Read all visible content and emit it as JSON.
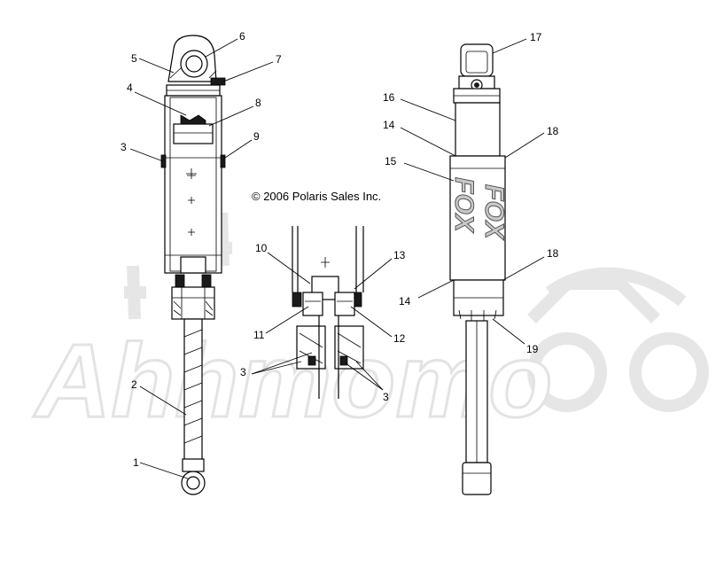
{
  "copyright": "© 2006 Polaris Sales Inc.",
  "watermark_text": "Ahhmomo",
  "brand_logo_text": "FOX",
  "callouts": [
    {
      "id": "c1",
      "text": "1"
    },
    {
      "id": "c2",
      "text": "2"
    },
    {
      "id": "c3a",
      "text": "3"
    },
    {
      "id": "c4",
      "text": "4"
    },
    {
      "id": "c5",
      "text": "5"
    },
    {
      "id": "c6",
      "text": "6"
    },
    {
      "id": "c7",
      "text": "7"
    },
    {
      "id": "c8",
      "text": "8"
    },
    {
      "id": "c9",
      "text": "9"
    },
    {
      "id": "c10",
      "text": "10"
    },
    {
      "id": "c11",
      "text": "11"
    },
    {
      "id": "c12",
      "text": "12"
    },
    {
      "id": "c13",
      "text": "13"
    },
    {
      "id": "c3b",
      "text": "3"
    },
    {
      "id": "c3c",
      "text": "3"
    },
    {
      "id": "c14a",
      "text": "14"
    },
    {
      "id": "c14b",
      "text": "14"
    },
    {
      "id": "c15",
      "text": "15"
    },
    {
      "id": "c16",
      "text": "16"
    },
    {
      "id": "c17",
      "text": "17"
    },
    {
      "id": "c18a",
      "text": "18"
    },
    {
      "id": "c18b",
      "text": "18"
    },
    {
      "id": "c19",
      "text": "19"
    }
  ]
}
